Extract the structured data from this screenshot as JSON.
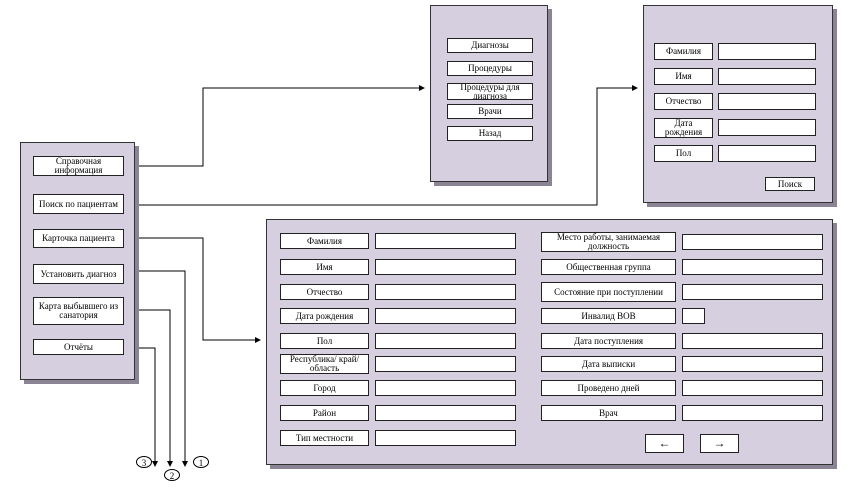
{
  "menu": {
    "items": [
      {
        "label": "Справочная информация"
      },
      {
        "label": "Поиск по пациентам"
      },
      {
        "label": "Карточка пациента"
      },
      {
        "label": "Установить диагноз"
      },
      {
        "label": "Карта выбывшего из санатория"
      },
      {
        "label": "Отчёты"
      }
    ]
  },
  "reference": {
    "items": [
      {
        "label": "Диагнозы"
      },
      {
        "label": "Процедуры"
      },
      {
        "label": "Процедуры для диагноза"
      },
      {
        "label": "Врачи"
      },
      {
        "label": "Назад"
      }
    ]
  },
  "search": {
    "fields": [
      {
        "label": "Фамилия"
      },
      {
        "label": "Имя"
      },
      {
        "label": "Отчество"
      },
      {
        "label": "Дата рождения"
      },
      {
        "label": "Пол"
      }
    ],
    "button": "Поиск"
  },
  "card": {
    "left_fields": [
      {
        "label": "Фамилия"
      },
      {
        "label": "Имя"
      },
      {
        "label": "Отчество"
      },
      {
        "label": "Дата рождения"
      },
      {
        "label": "Пол"
      },
      {
        "label": "Республика/ край/область"
      },
      {
        "label": "Город"
      },
      {
        "label": "Район"
      },
      {
        "label": "Тип местности"
      }
    ],
    "right_fields": [
      {
        "label": "Место работы, занимаемая должность"
      },
      {
        "label": "Общественная группа"
      },
      {
        "label": "Состояние при поступлении"
      },
      {
        "label": "Инвалид ВОВ"
      },
      {
        "label": "Дата поступления"
      },
      {
        "label": "Дата выписки"
      },
      {
        "label": "Проведено дней"
      },
      {
        "label": "Врач"
      }
    ],
    "prev": "←",
    "next": "→"
  },
  "connectors": [
    "1",
    "2",
    "3"
  ]
}
